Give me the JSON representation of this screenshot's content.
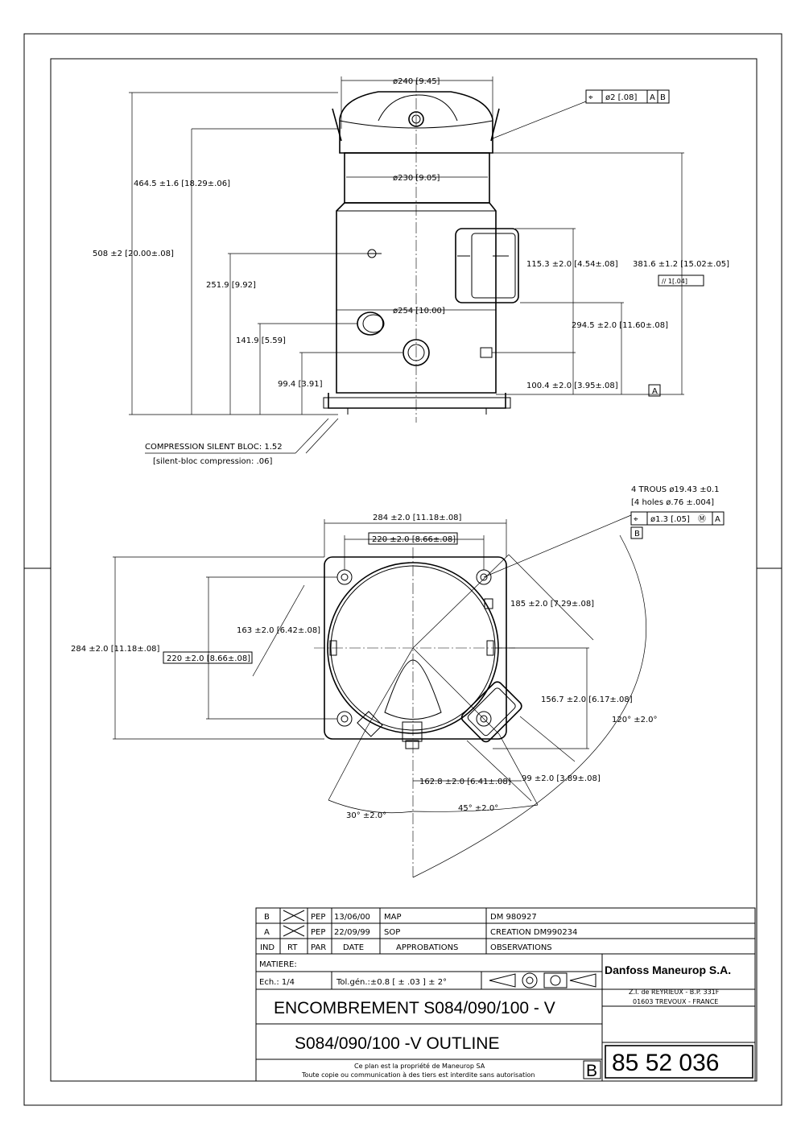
{
  "side_view": {
    "dims": {
      "top_dia": "ø240 [9.45]",
      "body_dia": "ø230 [9.05]",
      "base_dia": "ø254 [10.00]",
      "height_4645": "464.5 ±1.6  [18.29±.06]",
      "height_508": "508 ±2  [20.00±.08]",
      "h_2519": "251.9 [9.92]",
      "h_1419": "141.9 [5.59]",
      "h_994": "99.4  [3.91]",
      "h_1153": "115.3 ±2.0  [4.54±.08]",
      "h_3816": "381.6 ±1.2  [15.02±.05]",
      "h_2945": "294.5 ±2.0  [11.60±.08]",
      "h_1004": "100.4 ±2.0  [3.95±.08]",
      "parallel_tol": "//  1[.04]",
      "datum_a": "A"
    },
    "position_tol": {
      "symbol": "⌖",
      "value": "ø2 [.08]",
      "ref1": "A",
      "ref2": "B"
    },
    "silent_bloc_1": "COMPRESSION SILENT BLOC: 1.52",
    "silent_bloc_2": "[silent-bloc compression:  .06]"
  },
  "plan_view": {
    "holes_1": "4 TROUS ø19.43 ±0.1",
    "holes_2": "[4 holes ø.76 ±.004]",
    "holes_tol": {
      "symbol": "⌖",
      "value": "ø1.3 [.05]",
      "mod": "Ⓜ",
      "ref": "A"
    },
    "datum_b": "B",
    "dims": {
      "w_284": "284 ±2.0  [11.18±.08]",
      "w_220": "220 ±2.0  [8.66±.08]",
      "h_284": "284 ±2.0  [11.18±.08]",
      "h_220": "220 ±2.0  [8.66±.08]",
      "d_185": "185 ±2.0  [7.29±.08]",
      "d_163": "163 ±2.0  [6.42±.08]",
      "d_1567": "156.7 ±2.0  [6.17±.08]",
      "d_1628": "162.8 ±2.0  [6.41±.08]",
      "d_99": "99 ±2.0  [3.89±.08]",
      "a_120": "120° ±2.0°",
      "a_30": "30° ±2.0°",
      "a_45": "45° ±2.0°"
    }
  },
  "title_block": {
    "rev_b": [
      "B",
      "PEP",
      "13/06/00",
      "MAP",
      "DM 980927"
    ],
    "rev_a": [
      "A",
      "PEP",
      "22/09/99",
      "SOP",
      "CREATION DM990234"
    ],
    "header": [
      "IND",
      "RT",
      "PAR",
      "DATE",
      "APPROBATIONS",
      "OBSERVATIONS"
    ],
    "matiere": "MATIERE:",
    "scale": "Ech.: 1/4",
    "tolerance": "Tol.gén.:±0.8    [ ± .03 ]    ± 2°",
    "company": "Danfoss Maneurop S.A.",
    "address_1": "Z.I. de REYRIEUX - B.P. 331F",
    "address_2": "01603 TREVOUX - FRANCE",
    "title_fr": "ENCOMBREMENT S084/090/100 - V",
    "title_en": "S084/090/100 -V   OUTLINE",
    "prop_1": "Ce plan est la propriété de Maneurop SA",
    "prop_2": "Toute copie ou communication à des tiers est interdite sans autorisation",
    "rev_letter": "B",
    "drawing_number": "85 52 036"
  }
}
